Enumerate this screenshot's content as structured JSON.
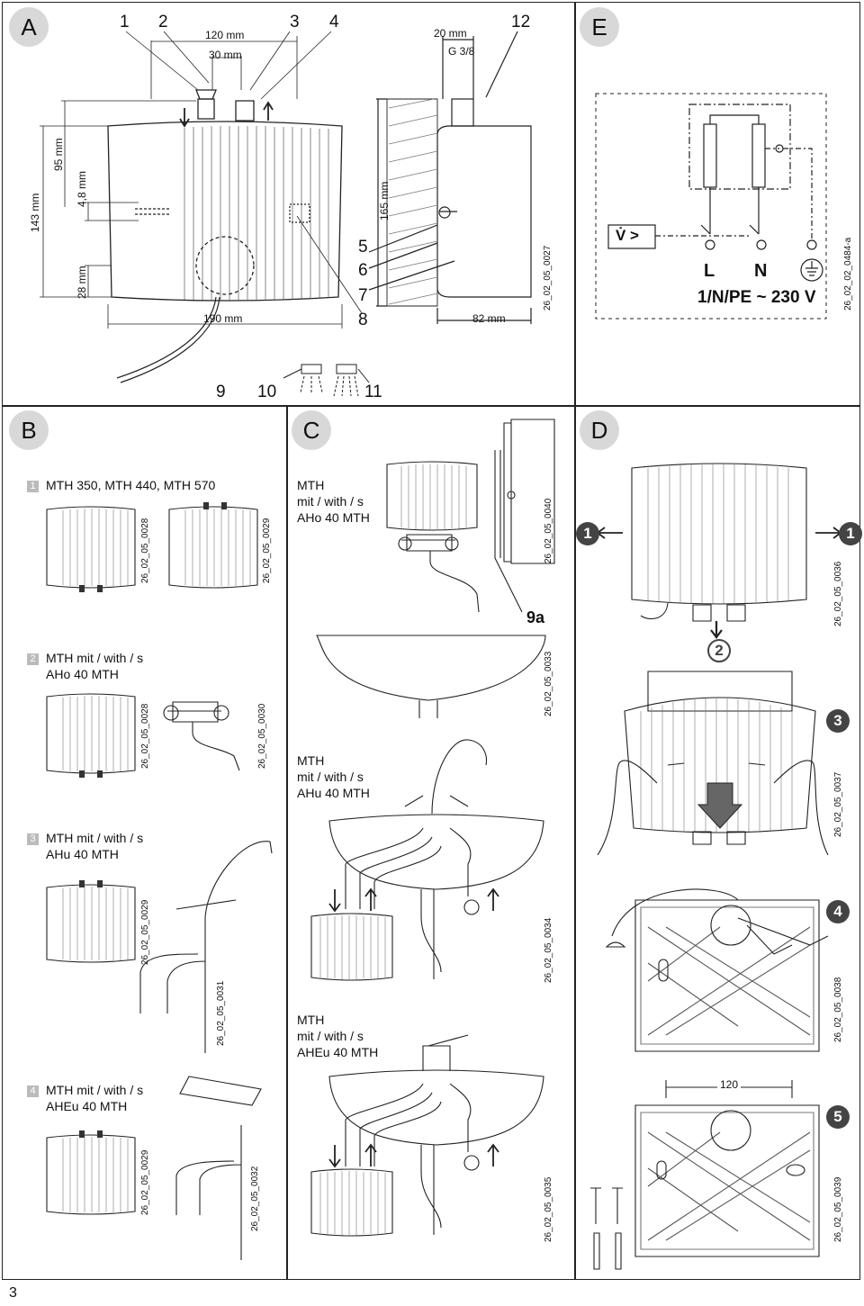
{
  "panels": {
    "a": "A",
    "b": "B",
    "c": "C",
    "d": "D",
    "e": "E"
  },
  "panel_a": {
    "callouts": [
      "1",
      "2",
      "3",
      "4",
      "5",
      "6",
      "7",
      "8",
      "9",
      "10",
      "11",
      "12"
    ],
    "dims": {
      "w120": "120 mm",
      "w30": "30 mm",
      "h143": "143 mm",
      "h95": "95 mm",
      "h48": "4,8 mm",
      "h28": "28 mm",
      "w190": "190 mm",
      "w20": "20 mm",
      "thread": "G 3/8",
      "h165": "165 mm",
      "w82": "82 mm"
    },
    "codes": [
      "26_02_05_0027"
    ]
  },
  "panel_e": {
    "label_l": "L",
    "label_n": "N",
    "supply": "1/N/PE ~ 230 V",
    "volume_symbol": "V̇ >",
    "code": "26_02_02_0484-a"
  },
  "panel_b": {
    "items": [
      {
        "num": "1",
        "line1": "MTH 350, MTH 440, MTH 570",
        "line2": ""
      },
      {
        "num": "2",
        "line1": "MTH mit / with / s",
        "line2": "AHo 40 MTH"
      },
      {
        "num": "3",
        "line1": "MTH mit / with / s",
        "line2": "AHu 40 MTH"
      },
      {
        "num": "4",
        "line1": "MTH mit / with / s",
        "line2": "AHEu 40 MTH"
      }
    ],
    "codes": [
      "26_02_05_0028",
      "26_02_05_0029",
      "26_02_05_0028",
      "26_02_05_0030",
      "26_02_05_0029",
      "26_02_05_0031",
      "26_02_05_0029",
      "26_02_05_0032"
    ]
  },
  "panel_c": {
    "items": [
      {
        "line1": "MTH",
        "line2": "mit / with / s",
        "line3": "AHo 40 MTH"
      },
      {
        "line1": "MTH",
        "line2": "mit / with / s",
        "line3": "AHu 40 MTH"
      },
      {
        "line1": "MTH",
        "line2": "mit / with / s",
        "line3": "AHEu 40 MTH"
      }
    ],
    "label_9a": "9a",
    "codes": [
      "26_02_05_0040",
      "26_02_05_0033",
      "26_02_05_0034",
      "26_02_05_0035"
    ]
  },
  "panel_d": {
    "steps": [
      "1",
      "1",
      "2",
      "3",
      "4",
      "5"
    ],
    "dim_120": "120",
    "codes": [
      "26_02_05_0036",
      "26_02_05_0037",
      "26_02_05_0038",
      "26_02_05_0039"
    ]
  },
  "page_number": "3"
}
